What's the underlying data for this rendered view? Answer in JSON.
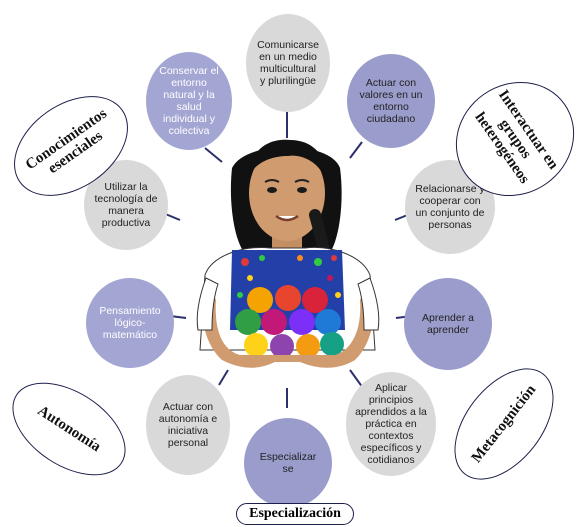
{
  "bubbles": {
    "comunicarse": "Comunicarse en un medio multicultural y plurilingüe",
    "conservar": "Conservar el entorno natural y la salud individual y colectiva",
    "actuar_valores": "Actuar con valores en un entorno ciudadano",
    "utilizar": "Utilizar la tecnología de manera productiva",
    "relacionarse": "Relacionarse y cooperar con un conjunto de personas",
    "pensamiento": "Pensamiento lógico-matemático",
    "aprender": "Aprender a aprender",
    "actuar_autonomia": "Actuar con autonomía e iniciativa personal",
    "aplicar": "Aplicar principios aprendidos a la práctica en contextos específicos y cotidianos",
    "especializarse": "Especializar se"
  },
  "categories": {
    "conocimientos": "Conocimientos esenciales",
    "interactuar": "Interactuar en grupos heterogéneos",
    "autonomia": "Autonomía",
    "metacognicion": "Metacognición",
    "especializacion": "Especialización"
  },
  "colors": {
    "gray_bubble": "#d9d9d9",
    "purple_bubble": "#9a9ccc",
    "connector": "#2b2f6b",
    "outline": "#1c1f4a"
  }
}
